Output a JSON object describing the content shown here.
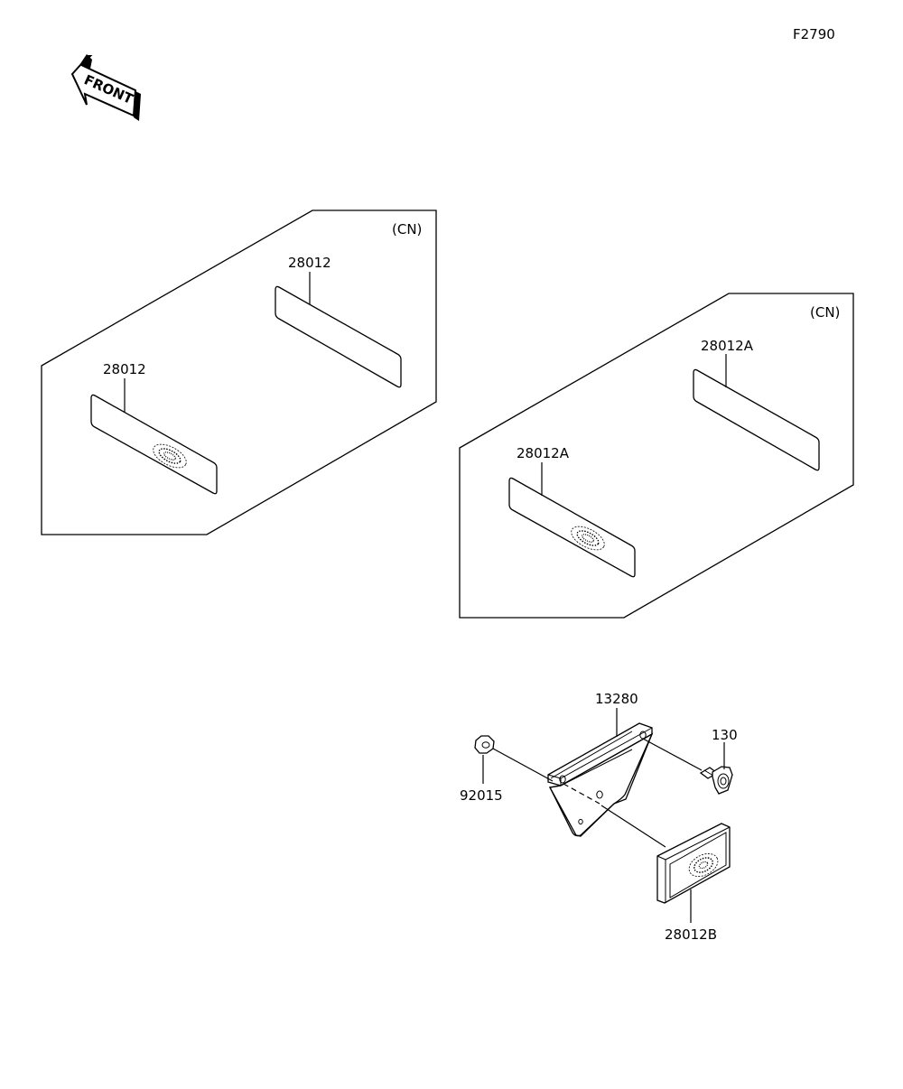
{
  "figure_code": "F2790",
  "front_arrow_label": "FRONT",
  "groups": [
    {
      "region_tag": "(CN)",
      "callouts": [
        "28012",
        "28012"
      ]
    },
    {
      "region_tag": "(CN)",
      "callouts": [
        "28012A",
        "28012A"
      ]
    }
  ],
  "assembly": {
    "callouts": {
      "bracket": "13280",
      "bolt": "130",
      "nut": "92015",
      "reflector": "28012B"
    }
  }
}
